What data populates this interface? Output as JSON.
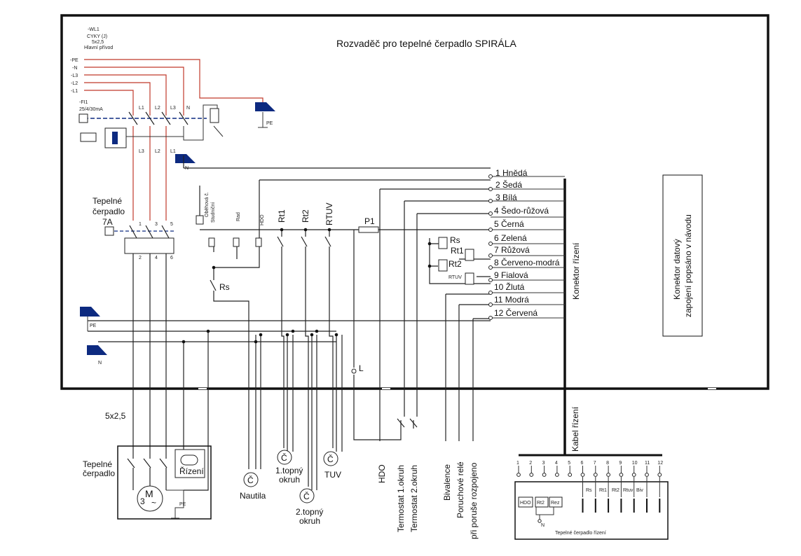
{
  "title": "Rozvaděč pro tepelné čerpadlo SPIRÁLA",
  "supply": {
    "cable_id": "-WL1",
    "cable_type": "CYKY (J)",
    "cable_size": "5x2,5",
    "cable_desc": "Hlavní přívod",
    "conductors": [
      "-PE",
      "-N",
      "-L3",
      "-L2",
      "-L1"
    ]
  },
  "breaker": {
    "id": "-FI1",
    "rating": "25/4/30mA",
    "terminals": [
      "L1",
      "L2",
      "L3",
      "N"
    ],
    "lower_terminals": [
      "L3",
      "L2",
      "L1"
    ]
  },
  "ground_labels": {
    "pe": "PE",
    "n": "N"
  },
  "heat_pump_breaker": {
    "label_line1": "Tepelné",
    "label_line2": "čerpadlo",
    "rating": "7A",
    "top_pins": [
      "1",
      "3",
      "5"
    ],
    "bottom_pins": [
      "2",
      "4",
      "6"
    ]
  },
  "relays": {
    "circulation_line1": "Oběhová č.",
    "circulation_line2": "Studniční",
    "rad": "Rad",
    "hdo": "HDO",
    "rt1": "Rt1",
    "rt2": "Rt2",
    "rtuv": "RTUV",
    "p1": "P1",
    "rs": "Rs",
    "rs_contact": "Rs",
    "rt1_contact": "Rt1",
    "rt2_contact": "Rt2",
    "rtuv_contact": "RTUV",
    "l_label": "L"
  },
  "connector": {
    "label": "Konektor řízení",
    "pins": [
      "1 Hnědá",
      "2 Šedá",
      "3 Bílá",
      "4 Šedo-růžová",
      "5 Černá",
      "6 Zelená",
      "7 Růžová",
      "8 Červeno-modrá",
      "9 Fialová",
      "10 Žlutá",
      "11 Modrá",
      "12 Červená"
    ]
  },
  "data_connector": {
    "line1": "Konektor datový",
    "line2": "zapojení popsáno v návodu"
  },
  "external": {
    "cable_size": "5x2,5",
    "heat_pump_line1": "Tepelné",
    "heat_pump_line2": "čerpadlo",
    "control": "Řízení",
    "motor": "M",
    "motor_phase": "3",
    "motor_ac": "~",
    "pe": "PE",
    "pump_symbol": "Č",
    "nautila": "Nautila",
    "heating1_line1": "1.topný",
    "heating1_line2": "okruh",
    "heating2_line1": "2.topný",
    "heating2_line2": "okruh",
    "tuv": "TUV",
    "hdo": "HDO",
    "thermostat1": "Termostat 1.okruh",
    "thermostat2": "Termostat 2.okruh",
    "bivalence": "Bivalence",
    "fault_relay_line1": "Poruchové relé",
    "fault_relay_line2": "při poruše rozpojeno",
    "control_cable": "Kabel řízení"
  },
  "control_unit": {
    "title": "Tepelné čerpadlo řízení",
    "pins": [
      "1",
      "2",
      "3",
      "4",
      "5",
      "6",
      "7",
      "8",
      "9",
      "10",
      "11",
      "12"
    ],
    "boxes": [
      "HDO",
      "Rt2",
      "Rez"
    ],
    "contacts": [
      "Rs",
      "Rt1",
      "Rt2",
      "Rtuv",
      "Biv"
    ],
    "n": "N"
  },
  "colors": {
    "frame": "#111111",
    "supply_wire": "#c0392b",
    "symbol": "#0d2a80"
  }
}
